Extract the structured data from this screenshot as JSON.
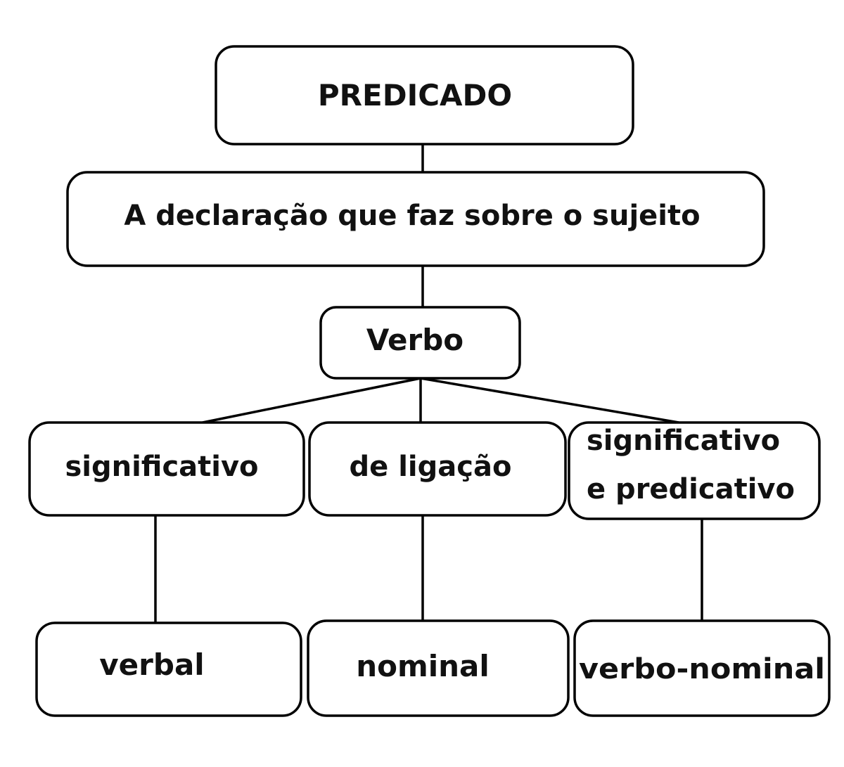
{
  "diagram": {
    "root": "PREDICADO",
    "definition": "A declaração que faz sobre o sujeito",
    "verb": "Verbo",
    "types": {
      "significativo": "significativo",
      "ligacao": "de ligação",
      "sig_pred_line1": "significativo",
      "sig_pred_line2": "e predicativo"
    },
    "predicates": {
      "verbal": "verbal",
      "nominal": "nominal",
      "verbo_nominal": "verbo-nominal"
    }
  }
}
